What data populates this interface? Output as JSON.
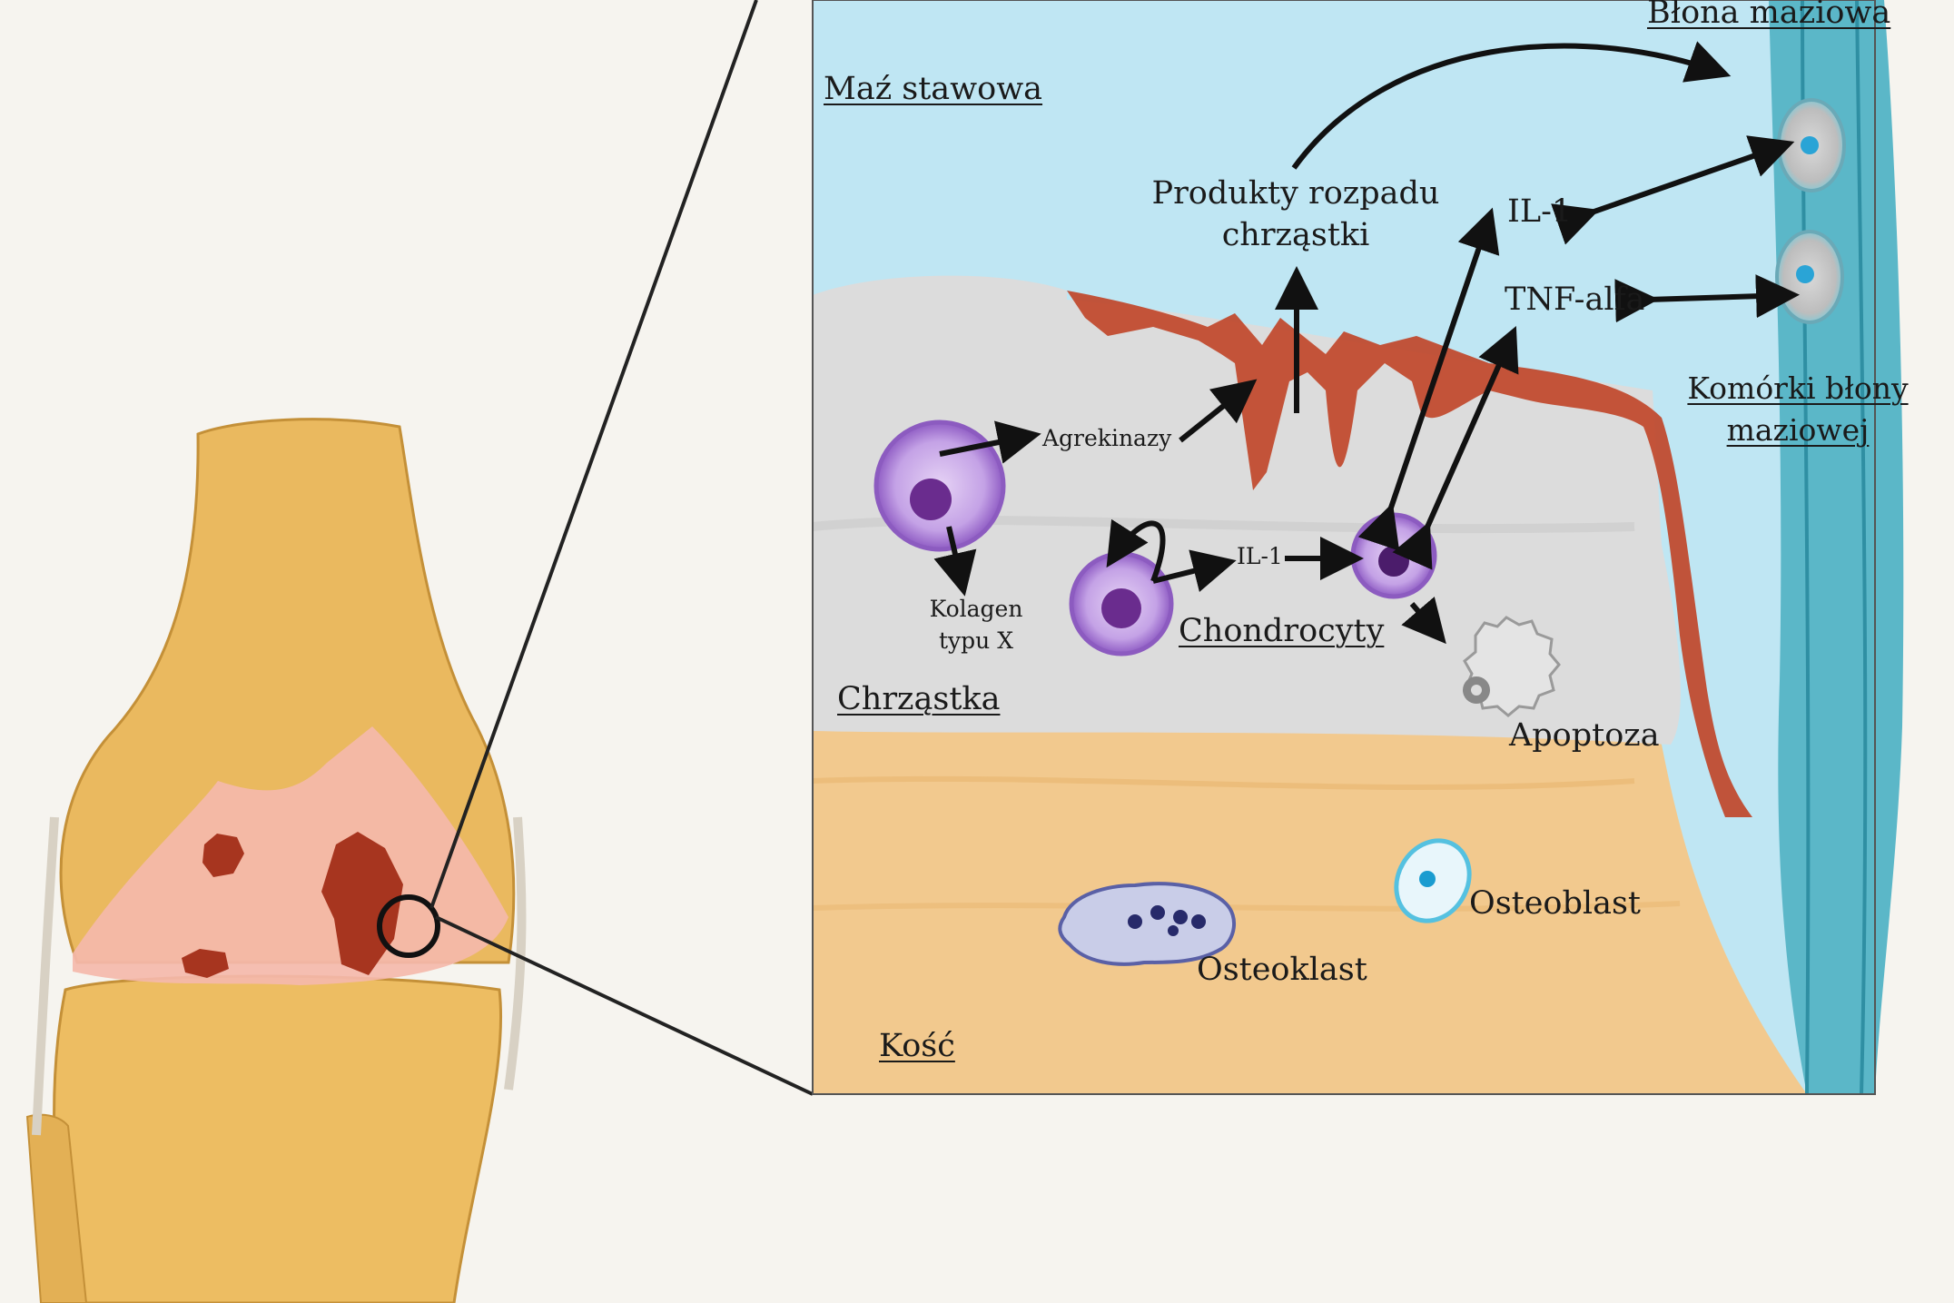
{
  "labels": {
    "synovial_fluid": "Maź stawowa",
    "synovial_membrane": "Błona maziowa",
    "breakdown_products_l1": "Produkty rozpadu",
    "breakdown_products_l2": "chrząstki",
    "il1_top": "IL-1",
    "tnf": "TNF-alfa",
    "synovial_cells_l1": "Komórki błony",
    "synovial_cells_l2": "maziowej",
    "aggrecanases": "Agrekinazy",
    "collagen_l1": "Kolagen",
    "collagen_l2": "typu X",
    "il1_small": "IL-1",
    "chondrocytes": "Chondrocyty",
    "cartilage": "Chrząstka",
    "apoptosis": "Apoptoza",
    "osteoblast": "Osteoblast",
    "osteoclast": "Osteoklast",
    "bone": "Kość"
  },
  "colors": {
    "fluid": "#bfe6f3",
    "cartilage": "#dcdcdc",
    "erosion": "#c0462a",
    "bone": "#f2c98e",
    "membrane": "#5bb7c8",
    "chondrocyte": "#a579cf",
    "knee_bone": "#e9b65a",
    "knee_cartilage": "#f3b7a8"
  }
}
